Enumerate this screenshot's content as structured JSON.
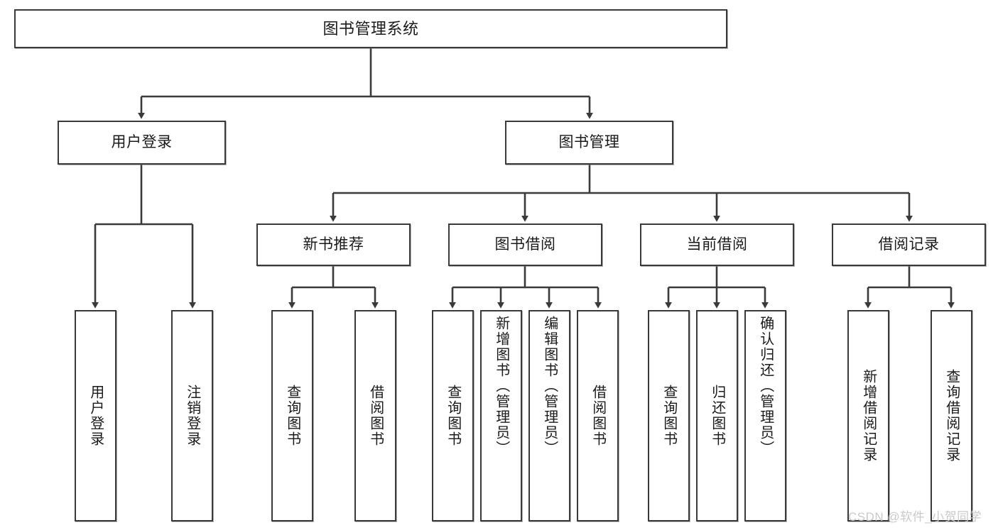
{
  "diagram": {
    "title": "图书管理系统",
    "type": "tree",
    "stroke_color": "#3a3a3a",
    "fill_color": "#ffffff",
    "text_color": "#1a1a1a",
    "nodes": {
      "root": {
        "label": "图书管理系统"
      },
      "level2": [
        {
          "id": "user-login",
          "label": "用户登录"
        },
        {
          "id": "book-manage",
          "label": "图书管理"
        }
      ],
      "level3": [
        {
          "id": "new-book-rec",
          "label": "新书推荐"
        },
        {
          "id": "book-borrow",
          "label": "图书借阅"
        },
        {
          "id": "current-borrow",
          "label": "当前借阅"
        },
        {
          "id": "borrow-record",
          "label": "借阅记录"
        }
      ],
      "leaves": {
        "user-login": [
          {
            "id": "leaf-user-login",
            "label": "用户登录"
          },
          {
            "id": "leaf-logout",
            "label": "注销登录"
          }
        ],
        "new-book-rec": [
          {
            "id": "leaf-query-book-1",
            "label": "查询图书"
          },
          {
            "id": "leaf-borrow-book-1",
            "label": "借阅图书"
          }
        ],
        "book-borrow": [
          {
            "id": "leaf-query-book-2",
            "label": "查询图书"
          },
          {
            "id": "leaf-add-book",
            "label": "新增图书（管理员）"
          },
          {
            "id": "leaf-edit-book",
            "label": "编辑图书（管理员）"
          },
          {
            "id": "leaf-borrow-book-2",
            "label": "借阅图书"
          }
        ],
        "current-borrow": [
          {
            "id": "leaf-query-book-3",
            "label": "查询图书"
          },
          {
            "id": "leaf-return-book",
            "label": "归还图书"
          },
          {
            "id": "leaf-confirm-return",
            "label": "确认归还（管理员）"
          }
        ],
        "borrow-record": [
          {
            "id": "leaf-add-record",
            "label": "新增借阅记录"
          },
          {
            "id": "leaf-query-record",
            "label": "查询借阅记录"
          }
        ]
      }
    }
  },
  "watermark": {
    "text": "CSDN @软件_小贺同学"
  }
}
